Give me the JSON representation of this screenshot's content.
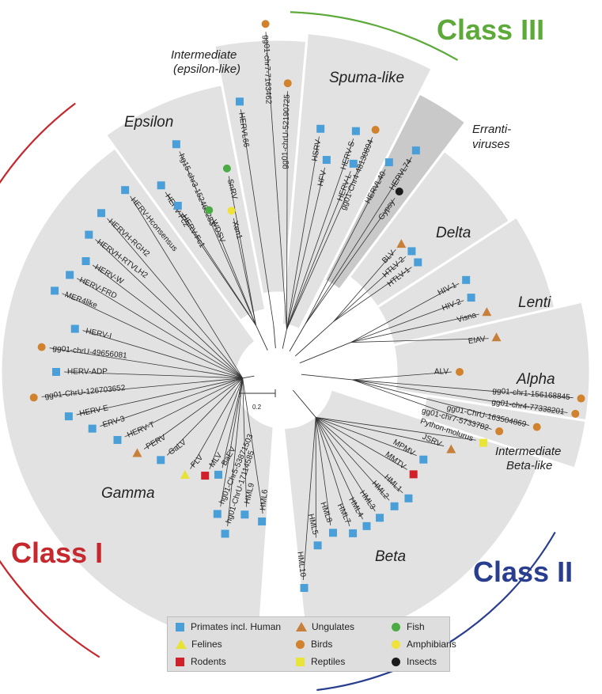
{
  "classes": [
    {
      "label": "Class I",
      "color": "#c5282d"
    },
    {
      "label": "Class II",
      "color": "#2a3e8f"
    },
    {
      "label": "Class III",
      "color": "#5daa3a"
    }
  ],
  "clades": {
    "spuma": "Spuma-like",
    "epsilon": "Epsilon",
    "intermediate_eps_1": "Intermediate",
    "intermediate_eps_2": "(epsilon-like)",
    "erranti_1": "Erranti-",
    "erranti_2": "viruses",
    "delta": "Delta",
    "lenti": "Lenti",
    "alpha": "Alpha",
    "intermediate_beta_1": "Intermediate",
    "intermediate_beta_2": "Beta-like",
    "beta": "Beta",
    "gamma": "Gamma"
  },
  "scale_bar": "0.2",
  "legend": [
    {
      "label": "Primates incl. Human",
      "shape": "square",
      "color": "#4a9fd8"
    },
    {
      "label": "Ungulates",
      "shape": "triangle",
      "color": "#c87f3a"
    },
    {
      "label": "Fish",
      "shape": "circle",
      "color": "#4bab45"
    },
    {
      "label": "Felines",
      "shape": "triangle",
      "color": "#e6e336"
    },
    {
      "label": "Birds",
      "shape": "circle",
      "color": "#d0822c"
    },
    {
      "label": "Amphibians",
      "shape": "circle",
      "color": "#efe33a"
    },
    {
      "label": "Rodents",
      "shape": "square",
      "color": "#d0202a"
    },
    {
      "label": "Reptiles",
      "shape": "square",
      "color": "#e9e43a"
    },
    {
      "label": "Insects",
      "shape": "circle",
      "color": "#1b1b1b"
    }
  ],
  "taxa": [
    {
      "name": "gg01-chr7-7163462",
      "host": "bird"
    },
    {
      "name": "HERVL66",
      "host": "primate"
    },
    {
      "name": "gg01-chrU-52190725",
      "host": "bird"
    },
    {
      "name": "SnRV",
      "host": "fish"
    },
    {
      "name": "HSRV",
      "host": "primate"
    },
    {
      "name": "HFV",
      "host": "primate"
    },
    {
      "name": "HERV-S",
      "host": "primate"
    },
    {
      "name": "gg01-Chr4-48130894",
      "host": "bird"
    },
    {
      "name": "HERV-L",
      "host": "primate"
    },
    {
      "name": "HERVL40",
      "host": "primate"
    },
    {
      "name": "HERVL74",
      "host": "primate"
    },
    {
      "name": "Gypsy",
      "host": "insect"
    },
    {
      "name": "hg15-chr3-152465283",
      "host": "primate"
    },
    {
      "name": "WDSV",
      "host": "fish"
    },
    {
      "name": "Xen1",
      "host": "amphibian"
    },
    {
      "name": "HERV-Fc2",
      "host": "primate"
    },
    {
      "name": "HERV-Fc1",
      "host": "primate"
    },
    {
      "name": "HERV-Hconsensus",
      "host": "primate"
    },
    {
      "name": "HERVH-RGH2",
      "host": "primate"
    },
    {
      "name": "HERVH-RTVLH2",
      "host": "primate"
    },
    {
      "name": "HERV-W",
      "host": "primate"
    },
    {
      "name": "HERV-FRD",
      "host": "primate"
    },
    {
      "name": "MER4like",
      "host": "primate"
    },
    {
      "name": "HERV-I",
      "host": "primate"
    },
    {
      "name": "gg01-chrU-49656081",
      "host": "bird"
    },
    {
      "name": "HERV-ADP",
      "host": "primate"
    },
    {
      "name": "gg01-ChrU-126703652",
      "host": "bird"
    },
    {
      "name": "HERV-E",
      "host": "primate"
    },
    {
      "name": "ERV-3",
      "host": "primate"
    },
    {
      "name": "HERV-T",
      "host": "primate"
    },
    {
      "name": "PERV",
      "host": "ungulate"
    },
    {
      "name": "GaLV",
      "host": "primate"
    },
    {
      "name": "FLV",
      "host": "feline"
    },
    {
      "name": "MLV",
      "host": "rodent"
    },
    {
      "name": "BaEV",
      "host": "primate"
    },
    {
      "name": "hg01-Chr5-53871503",
      "host": "primate"
    },
    {
      "name": "hg01-ChrU-17114585",
      "host": "primate"
    },
    {
      "name": "BLV",
      "host": "ungulate"
    },
    {
      "name": "HTLV-2",
      "host": "primate"
    },
    {
      "name": "HTLV-1",
      "host": "primate"
    },
    {
      "name": "HIV-1",
      "host": "primate"
    },
    {
      "name": "HIV-2",
      "host": "primate"
    },
    {
      "name": "Visna",
      "host": "ungulate"
    },
    {
      "name": "EIAV",
      "host": "ungulate"
    },
    {
      "name": "ALV",
      "host": "bird"
    },
    {
      "name": "gg01-chr1-156168845",
      "host": "bird"
    },
    {
      "name": "gg01-chr4-77338201",
      "host": "bird"
    },
    {
      "name": "gg01-ChrU-163504869",
      "host": "bird"
    },
    {
      "name": "gg01-chr7-5733782",
      "host": "bird"
    },
    {
      "name": "Python-molurus",
      "host": "reptile"
    },
    {
      "name": "JSRV",
      "host": "ungulate"
    },
    {
      "name": "MPMV",
      "host": "primate"
    },
    {
      "name": "MMTV",
      "host": "rodent"
    },
    {
      "name": "HML1",
      "host": "primate"
    },
    {
      "name": "HML2",
      "host": "primate"
    },
    {
      "name": "HML3",
      "host": "primate"
    },
    {
      "name": "HML4",
      "host": "primate"
    },
    {
      "name": "HML7",
      "host": "primate"
    },
    {
      "name": "HML8",
      "host": "primate"
    },
    {
      "name": "HML5",
      "host": "primate"
    },
    {
      "name": "HML10",
      "host": "primate"
    },
    {
      "name": "HML6",
      "host": "primate"
    },
    {
      "name": "HML9",
      "host": "primate"
    }
  ]
}
